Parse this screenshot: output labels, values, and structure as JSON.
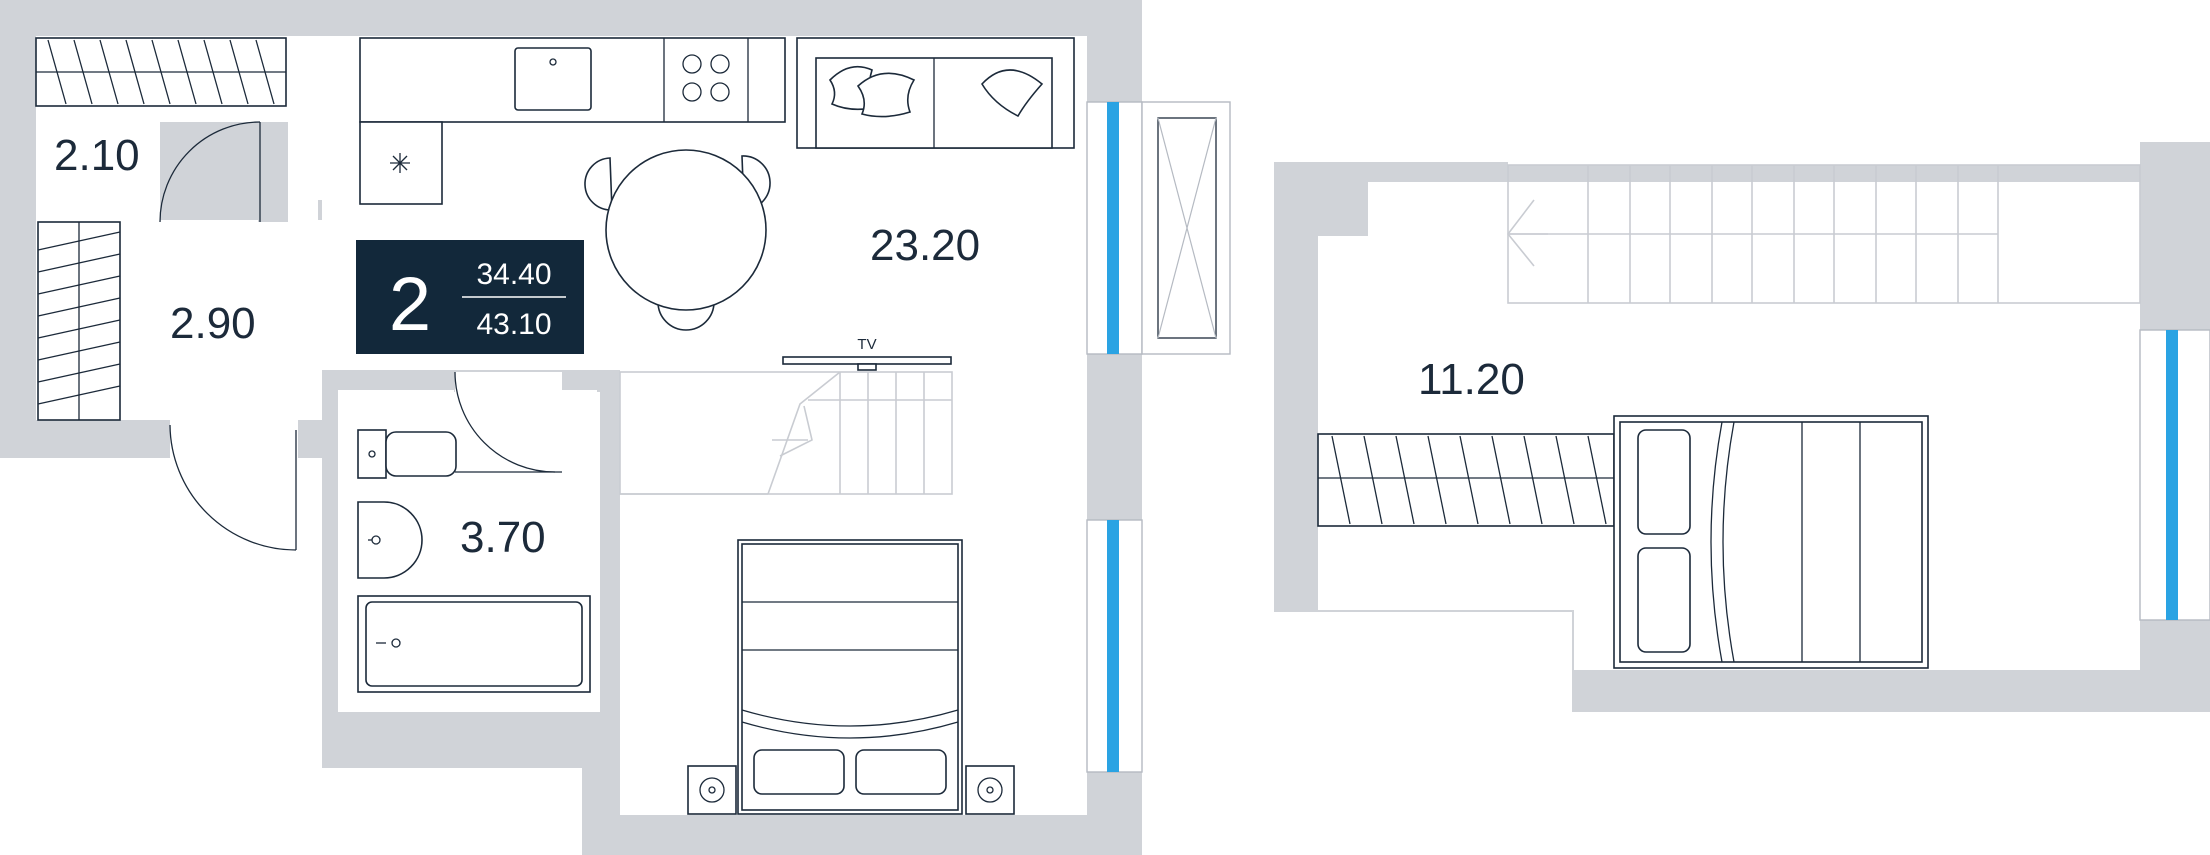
{
  "apartment": {
    "rooms_count": "2",
    "living_area": "34.40",
    "total_area": "43.10"
  },
  "rooms": {
    "storage": "2.10",
    "hallway": "2.90",
    "bathroom": "3.70",
    "living_kitchen": "23.20",
    "mezzanine": "11.20"
  },
  "labels": {
    "tv": "TV"
  },
  "colors": {
    "wall": "#d0d3d8",
    "window": "#2aa3e3",
    "badge": "#12283a",
    "ink": "#1c2a3a"
  }
}
